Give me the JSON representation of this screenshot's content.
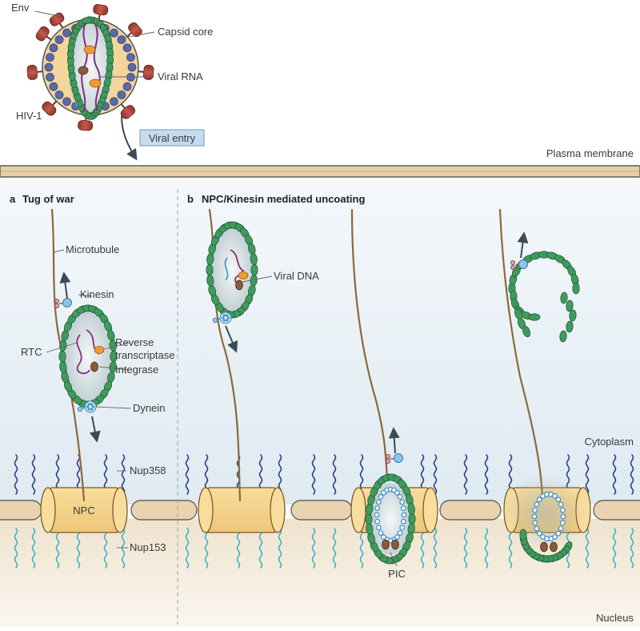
{
  "labels": {
    "env": "Env",
    "capsid_core": "Capsid core",
    "viral_rna": "Viral RNA",
    "hiv1": "HIV-1",
    "viral_entry": "Viral entry",
    "plasma_membrane": "Plasma membrane",
    "panel_a_letter": "a",
    "panel_a_title": "Tug of war",
    "panel_b_letter": "b",
    "panel_b_title": "NPC/Kinesin mediated uncoating",
    "microtubule": "Microtubule",
    "kinesin": "Kinesin",
    "rtc": "RTC",
    "reverse_transcriptase_1": "Reverse",
    "reverse_transcriptase_2": "transcriptase",
    "integrase": "Integrase",
    "dynein": "Dynein",
    "viral_dna": "Viral DNA",
    "cytoplasm": "Cytoplasm",
    "nup358": "Nup358",
    "npc": "NPC",
    "nup153": "Nup153",
    "pic": "PIC",
    "nucleus": "Nucleus"
  },
  "colors": {
    "capsid_green": "#3f9a5e",
    "capsid_green_light": "#6cc08a",
    "env_red": "#a8443a",
    "matrix_blue": "#5a6aa8",
    "virion_fill": "#f4d59a",
    "npc_fill": "#f6d58c",
    "membrane_fill": "#e9d3b0",
    "nucleus_bg": "#f3ead9",
    "cytoplasm_bg": "#e9f2f7",
    "rna_purple": "#8a2a7c",
    "rt_orange": "#f09a30",
    "integrase_brown": "#8a5a3a",
    "kinesin_blue": "#8cc6e6",
    "nup358_navy": "#2b3f88",
    "nup153_cyan": "#3bb3c8",
    "viral_entry_box": "#c4dcf0"
  }
}
